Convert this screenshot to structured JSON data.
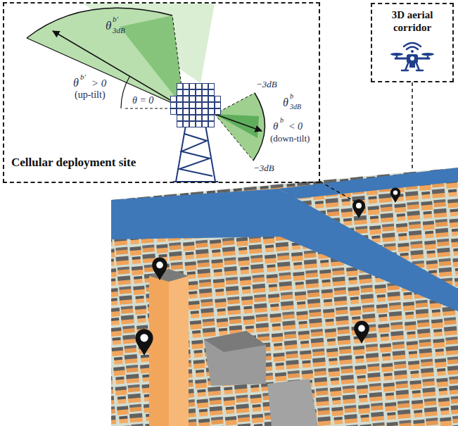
{
  "diagram": {
    "nodes": [
      {
        "text": [
          "Cellular deployment site"
        ]
      },
      {
        "text": [
          "3D aerial corridor"
        ]
      }
    ],
    "labels": [
      "θ",
      "b′",
      "3dB",
      "θ",
      "b′",
      "> 0",
      "(up-tilt)",
      "θ = 0",
      "−3dB",
      "θ",
      "b",
      "3dB",
      "−3dB",
      "θ",
      "b",
      "< 0",
      "(down-tilt)"
    ]
  }
}
